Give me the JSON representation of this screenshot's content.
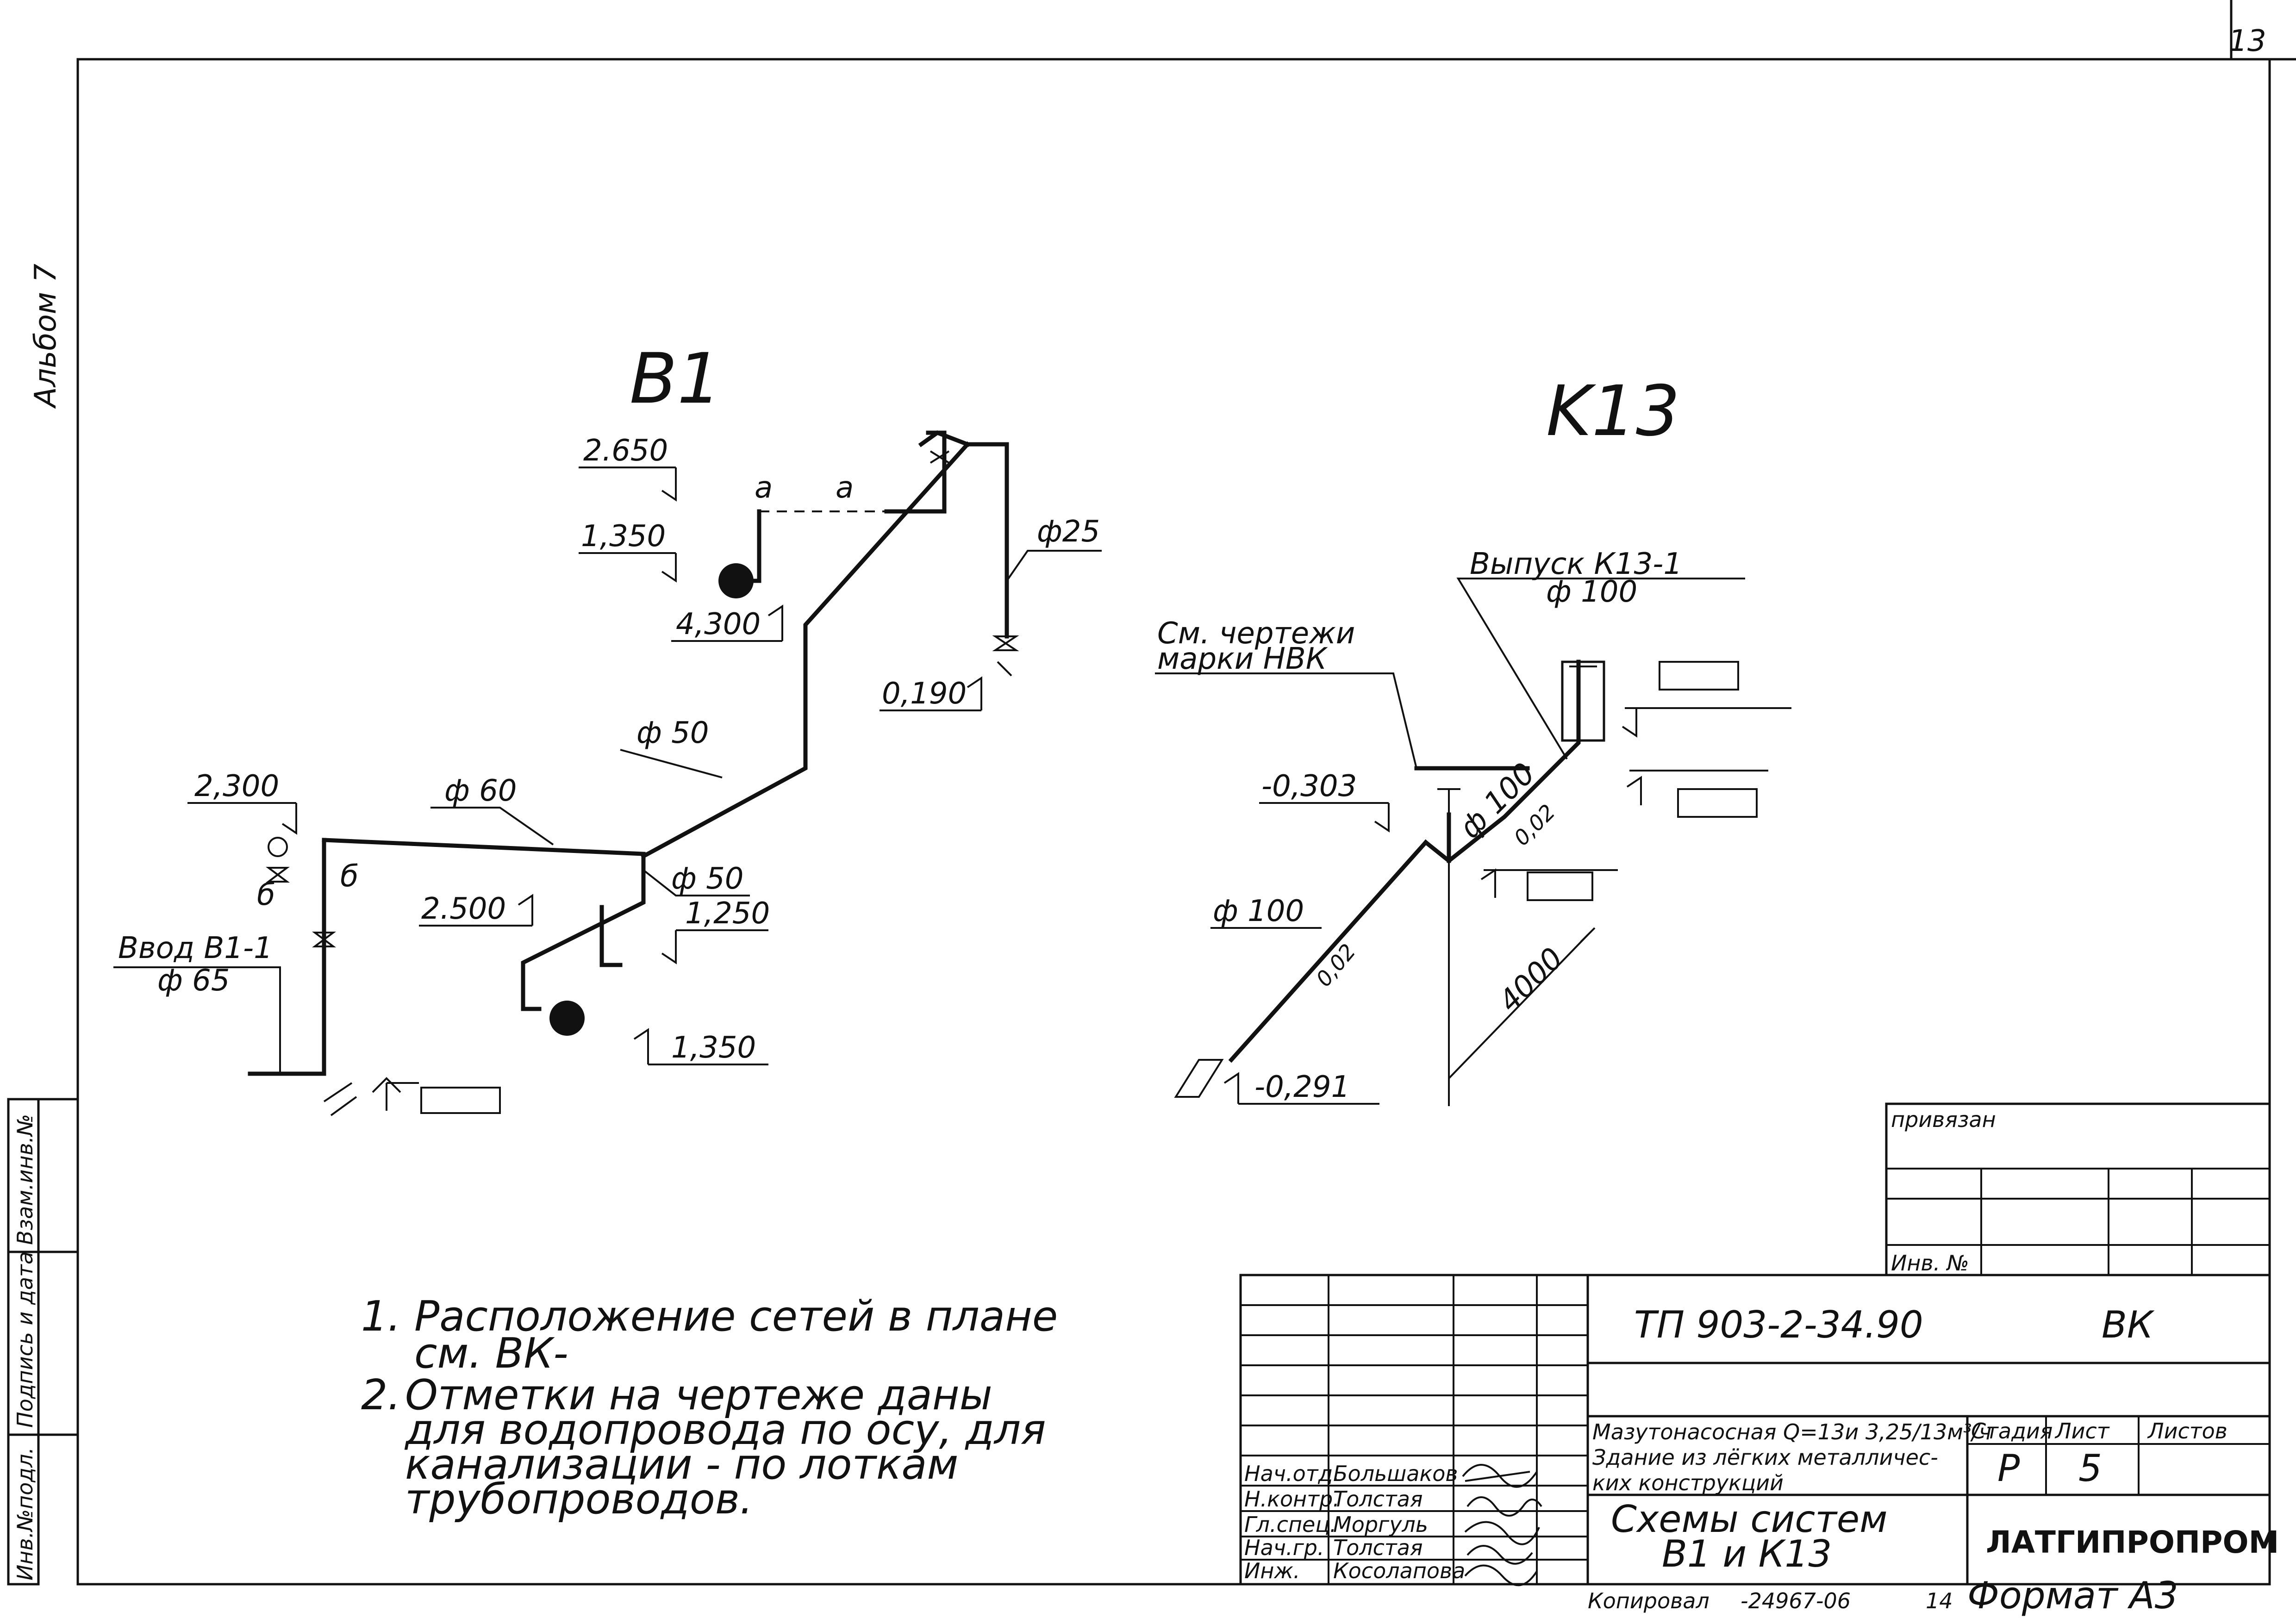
{
  "sheet": {
    "number": "13",
    "album": "Альбом 7"
  },
  "schemes": {
    "b1_title": "B1",
    "k13_title": "K13"
  },
  "b1": {
    "elev_2650": "2.650",
    "elev_1350_top": "1,350",
    "elev_4300": "4,300",
    "elev_0190": "0,190",
    "elev_2300": "2,300",
    "elev_2500": "2.500",
    "elev_1250": "1,250",
    "elev_1350_bottom": "1,350",
    "label_a1": "a",
    "label_a2": "a",
    "label_b1": "б",
    "label_b2": "б",
    "dia_25": "ф25",
    "dia_50_upper": "ф 50",
    "dia_60": "ф 60",
    "dia_50_lower": "ф 50",
    "inlet_name": "Ввод В1-1",
    "inlet_dia": "ф 65"
  },
  "k13": {
    "outlet_name": "Выпуск К13-1",
    "outlet_dia": "ф 100",
    "see_drawings_1": "См. чертежи",
    "see_drawings_2": "марки НВК",
    "elev_0303": "-0,303",
    "dia_100_riser": "ф 100",
    "slope_upper": "0,02",
    "dia_100_left": "ф 100",
    "slope_lower": "0,02",
    "elev_0291": "-0,291",
    "dim_4000": "4000"
  },
  "notes": {
    "n1_num": "1.",
    "n1_l1": "Расположение сетей в плане",
    "n1_l2": "см. ВК-",
    "n2_num": "2.",
    "n2_l1": "Отметки на чертеже даны",
    "n2_l2": "для водопровода по осу, для",
    "n2_l3": "канализации - по лоткам",
    "n2_l4": "трубопроводов."
  },
  "stamp": {
    "privyazan": "привязан",
    "inv_no": "Инв. №",
    "code": "ТП 903-2-34.90",
    "mark": "ВК",
    "desc_l1": "Мазутонасосная Q=13и 3,25/13м³/ч",
    "desc_l2": "Здание из лёгких металличес-",
    "desc_l3": "ких конструкций",
    "stage_hdr": "Стадия",
    "sheet_hdr": "Лист",
    "sheets_hdr": "Листов",
    "stage": "Р",
    "sheet_no": "5",
    "drawing_title_1": "Схемы систем",
    "drawing_title_2": "В1 и К13",
    "org": "ЛАТГИПРОПРОМ",
    "copied": "Копировал",
    "order": "-24967-06",
    "order_no": "14",
    "format": "Формат А3",
    "roles": [
      "Нач.отд.",
      "Н.контр.",
      "Гл.спец.",
      "Нач.гр.",
      "Инж."
    ],
    "names": [
      "Большаков",
      "Толстая",
      "Моргуль",
      "Толстая",
      "Косолапова"
    ]
  },
  "side": {
    "inv_podl": "Инв.№подл.",
    "podpis": "Подпись и дата",
    "vzam": "Взам.инв.№"
  }
}
